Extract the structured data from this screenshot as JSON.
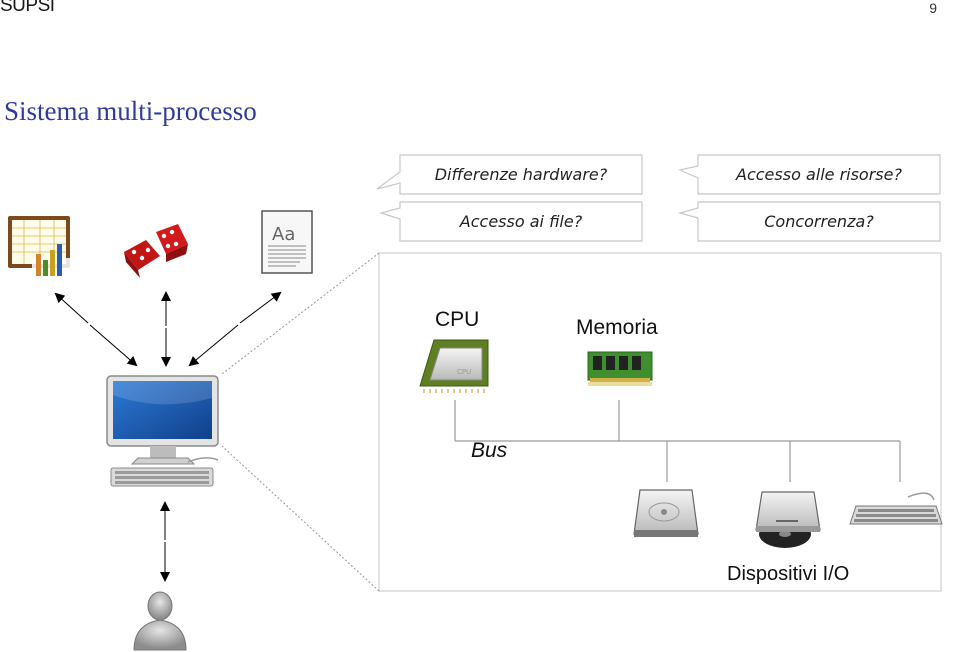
{
  "header": {
    "logo": "SUPSI",
    "page_number": "9"
  },
  "title": "Sistema multi-processo",
  "questions": [
    "Differenze hardware?",
    "Accesso alle risorse?",
    "Accesso ai file?",
    "Concorrenza?"
  ],
  "detail": {
    "cpu_label": "CPU",
    "memory_label": "Memoria",
    "bus_label": "Bus",
    "io_label": "Dispositivi I/O"
  },
  "icons": [
    "spreadsheet-icon",
    "dice-icon",
    "document-icon",
    "computer-icon",
    "user-icon",
    "cpu-chip-icon",
    "memory-module-icon",
    "hard-disk-icon",
    "optical-drive-icon",
    "keyboard-icon"
  ],
  "colors": {
    "title": "#2f3a9e",
    "screen": "#1f62b8",
    "chip": "#6b8f2a",
    "memory": "#3f8f2f"
  }
}
